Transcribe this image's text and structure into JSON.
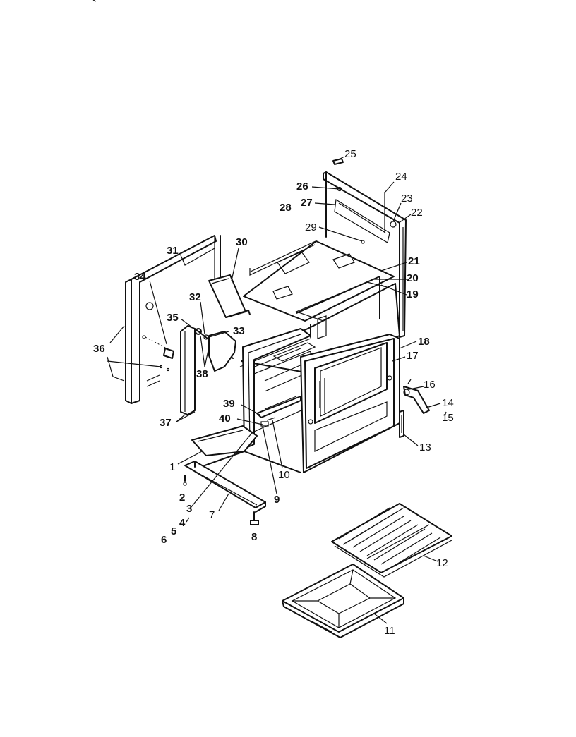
{
  "labels": [
    {
      "text": "25",
      "bold": false
    },
    {
      "text": "24",
      "bold": false
    },
    {
      "text": "26",
      "bold": true
    },
    {
      "text": "23",
      "bold": false
    },
    {
      "text": "28",
      "bold": true
    },
    {
      "text": "27",
      "bold": true
    },
    {
      "text": "22",
      "bold": false
    },
    {
      "text": "29",
      "bold": false
    },
    {
      "text": "31",
      "bold": true
    },
    {
      "text": "30",
      "bold": true
    },
    {
      "text": "21",
      "bold": true
    },
    {
      "text": "20",
      "bold": true
    },
    {
      "text": "34",
      "bold": true
    },
    {
      "text": "19",
      "bold": true
    },
    {
      "text": "32",
      "bold": true
    },
    {
      "text": "35",
      "bold": true
    },
    {
      "text": "33",
      "bold": true
    },
    {
      "text": "36",
      "bold": true
    },
    {
      "text": "18",
      "bold": true
    },
    {
      "text": "17",
      "bold": false
    },
    {
      "text": "38",
      "bold": true
    },
    {
      "text": "16",
      "bold": false
    },
    {
      "text": "39",
      "bold": true
    },
    {
      "text": "14",
      "bold": false
    },
    {
      "text": "40",
      "bold": true
    },
    {
      "text": "15",
      "bold": false
    },
    {
      "text": "37",
      "bold": true
    },
    {
      "text": "13",
      "bold": false
    },
    {
      "text": "1",
      "bold": false
    },
    {
      "text": "10",
      "bold": false
    },
    {
      "text": "2",
      "bold": true
    },
    {
      "text": "9",
      "bold": true
    },
    {
      "text": "3",
      "bold": true
    },
    {
      "text": "7",
      "bold": false
    },
    {
      "text": "4",
      "bold": true
    },
    {
      "text": "5",
      "bold": true
    },
    {
      "text": "8",
      "bold": true
    },
    {
      "text": "6",
      "bold": true
    },
    {
      "text": "12",
      "bold": false
    },
    {
      "text": "11",
      "bold": false
    }
  ]
}
